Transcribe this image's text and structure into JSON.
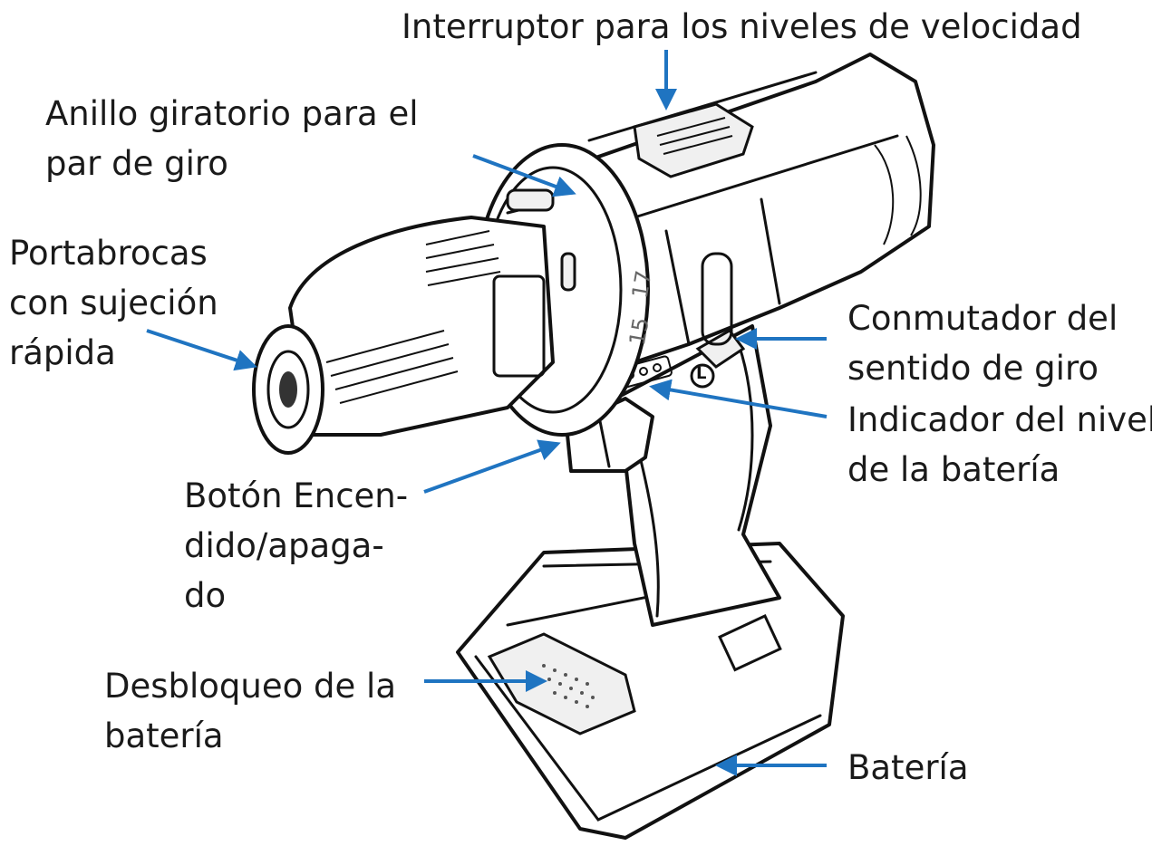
{
  "labels": {
    "speed_switch": "Interruptor para los niveles de velocidad",
    "torque_ring": [
      "Anillo giratorio para el",
      "par de giro"
    ],
    "chuck": [
      "Portabrocas",
      "con sujeción",
      "rápida"
    ],
    "direction_switch": [
      "Conmutador del",
      "sentido de giro"
    ],
    "battery_indicator": [
      "Indicador del nivel",
      "de la batería"
    ],
    "power_button": [
      "Botón Encen-",
      "dido/apaga-",
      "do"
    ],
    "battery_release": [
      "Desbloqueo de la",
      "batería"
    ],
    "battery": "Batería"
  },
  "dial_marks": [
    "15",
    "17",
    "L"
  ],
  "colors": {
    "arrow": "#1f74c1",
    "outline": "#111111",
    "text": "#1a1a1a"
  }
}
